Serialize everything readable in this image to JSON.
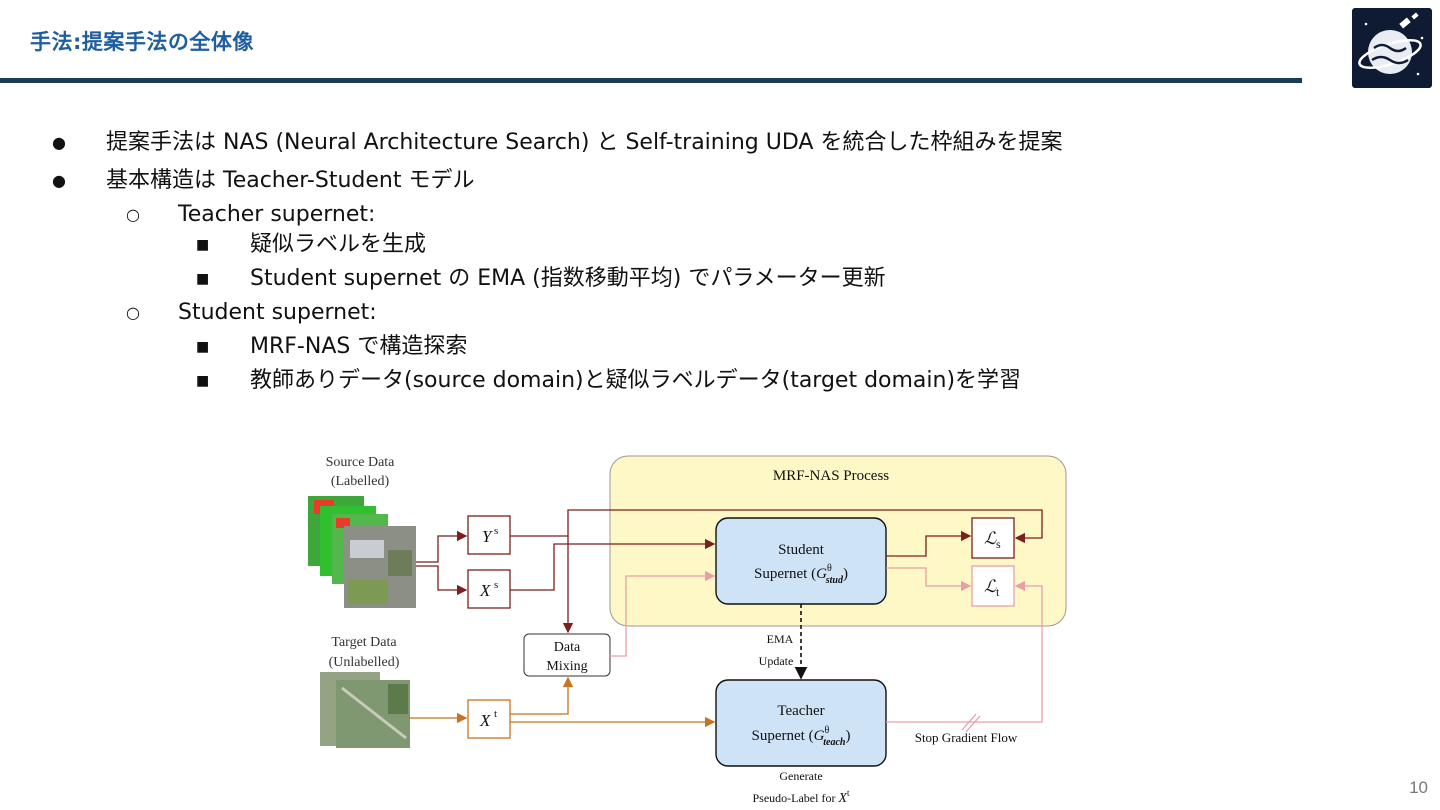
{
  "header": {
    "title": "手法:提案手法の全体像",
    "page_number": "10"
  },
  "bullets": [
    {
      "level": 1,
      "marker": "●",
      "text": "提案手法は NAS (Neural Architecture Search) と Self-training UDA を統合した枠組みを提案"
    },
    {
      "level": 1,
      "marker": "●",
      "text": "基本構造は Teacher-Student モデル"
    },
    {
      "level": 2,
      "marker": "○",
      "text": "Teacher supernet:"
    },
    {
      "level": 3,
      "marker": "■",
      "text": "疑似ラベルを生成"
    },
    {
      "level": 3,
      "marker": "■",
      "text": "Student supernet の EMA (指数移動平均) でパラメーター更新"
    },
    {
      "level": 2,
      "marker": "○",
      "text": "Student supernet:"
    },
    {
      "level": 3,
      "marker": "■",
      "text": "MRF-NAS で構造探索"
    },
    {
      "level": 3,
      "marker": "■",
      "text": "教師ありデータ(source domain)と疑似ラベルデータ(target domain)を学習"
    }
  ],
  "diagram": {
    "source_label_1": "Source Data",
    "source_label_2": "(Labelled)",
    "target_label_1": "Target Data",
    "target_label_2": "(Unlabelled)",
    "ys": "Y",
    "ys_sup": "s",
    "xs": "X",
    "xs_sup": "s",
    "xt": "X",
    "xt_sup": "t",
    "mixing_1": "Data",
    "mixing_2": "Mixing",
    "process_title": "MRF-NAS Process",
    "student_1": "Student",
    "student_2": "Supernet (",
    "student_g": "G",
    "student_sub": "stud",
    "student_sup": "θ",
    "teacher_1": "Teacher",
    "teacher_2": "Supernet (",
    "teacher_g": "G",
    "teacher_sub": "teach",
    "teacher_sup": "θ",
    "loss_s": "ℒ",
    "loss_s_sub": "s",
    "loss_t": "ℒ",
    "loss_t_sub": "t",
    "ema_1": "EMA",
    "ema_2": "Update",
    "stop_gradient": "Stop Gradient Flow",
    "generate_1": "Generate",
    "generate_2": "Pseudo-Label for ",
    "generate_x": "X",
    "generate_sup": "t",
    "colors": {
      "process_fill": "#fdf8c6",
      "process_stroke": "#9a9a9a",
      "supernet_fill": "#cfe3f7",
      "source_line": "#7b1f1f",
      "target_line": "#c7731f",
      "pseudo_line": "#e8a0a8"
    }
  }
}
